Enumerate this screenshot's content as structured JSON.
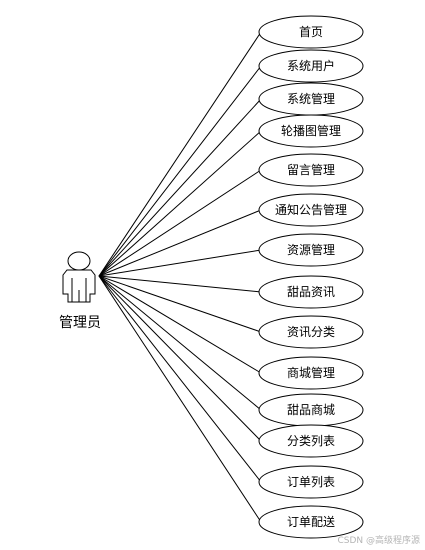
{
  "actor": {
    "label": "管理员",
    "icon": "person-icon"
  },
  "use_cases": [
    {
      "label": "首页"
    },
    {
      "label": "系统用户"
    },
    {
      "label": "系统管理"
    },
    {
      "label": "轮播图管理"
    },
    {
      "label": "留言管理"
    },
    {
      "label": "通知公告管理"
    },
    {
      "label": "资源管理"
    },
    {
      "label": "甜品资讯"
    },
    {
      "label": "资讯分类"
    },
    {
      "label": "商城管理"
    },
    {
      "label": "甜品商城"
    },
    {
      "label": "分类列表"
    },
    {
      "label": "订单列表"
    },
    {
      "label": "订单配送"
    }
  ],
  "watermark": "CSDN @高级程序源"
}
